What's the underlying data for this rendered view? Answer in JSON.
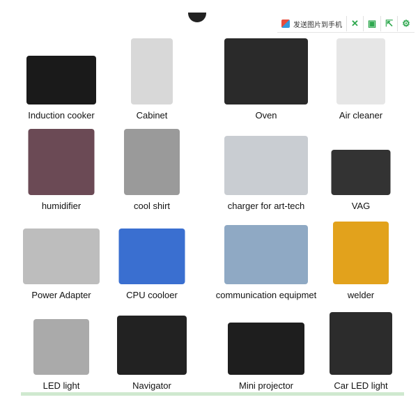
{
  "toolbar": {
    "send_label": "发送图片到手机",
    "icons": [
      "send-to-phone-icon",
      "fullscreen-icon",
      "save-icon",
      "share-icon",
      "settings-icon"
    ]
  },
  "products": [
    {
      "label": "Induction  cooker",
      "color": "#1a1a1a"
    },
    {
      "label": "Cabinet",
      "color": "#d8d8d8"
    },
    {
      "label": "Oven",
      "color": "#2a2a2a"
    },
    {
      "label": "Air cleaner",
      "color": "#e6e6e6"
    },
    {
      "label": "humidifier",
      "color": "#6b4a55"
    },
    {
      "label": "cool shirt",
      "color": "#9a9a9a"
    },
    {
      "label": "charger for art-tech",
      "color": "#c9cdd2"
    },
    {
      "label": "VAG",
      "color": "#333333"
    },
    {
      "label": "Power Adapter",
      "color": "#bdbdbd"
    },
    {
      "label": "CPU cooloer",
      "color": "#3a6fd0"
    },
    {
      "label": "communication equipmet",
      "color": "#8fa9c4"
    },
    {
      "label": "welder",
      "color": "#e2a21c"
    },
    {
      "label": "LED light",
      "color": "#aaaaaa"
    },
    {
      "label": "Navigator",
      "color": "#222222"
    },
    {
      "label": "Mini projector",
      "color": "#1e1e1e"
    },
    {
      "label": "Car LED light",
      "color": "#2c2c2c"
    }
  ]
}
